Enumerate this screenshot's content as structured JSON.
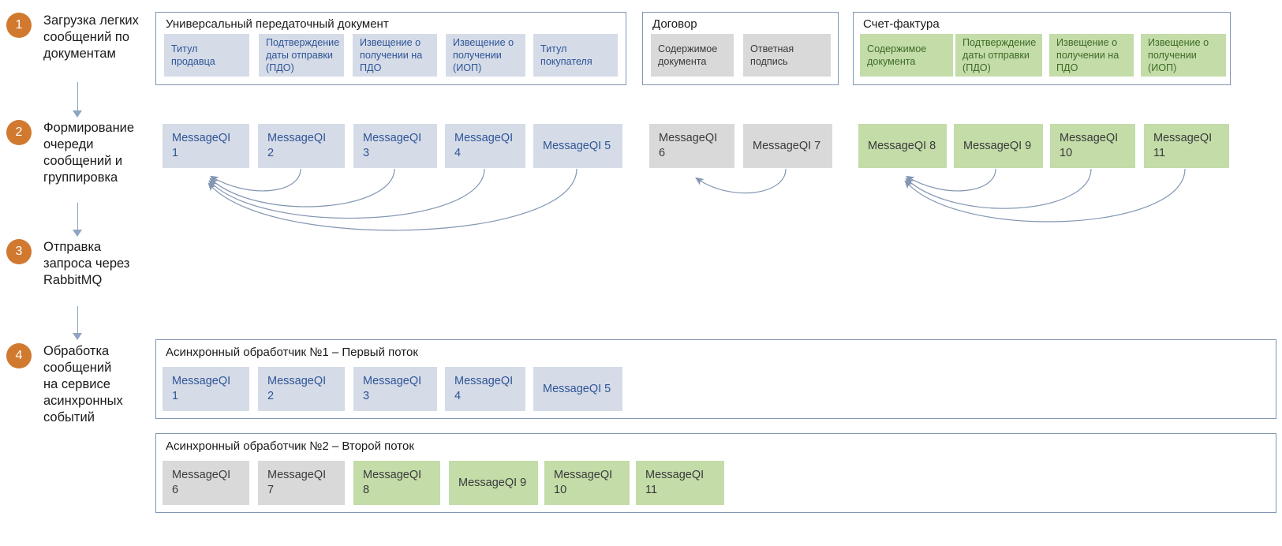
{
  "steps": [
    {
      "number": "1",
      "label": "Загрузка легких\nсообщений по\nдокументам"
    },
    {
      "number": "2",
      "label": "Формирование\nочереди\nсообщений и\nгруппировка"
    },
    {
      "number": "3",
      "label": "Отправка\nзапроса через\nRabbitMQ"
    },
    {
      "number": "4",
      "label": "Обработка\nсообщений\nна сервисе\nасинхронных\nсобытий"
    }
  ],
  "document_groups": [
    {
      "title": "Универсальный передаточный документ",
      "color": "blue",
      "chips": [
        "Титул продавца",
        "Подтверждение даты отправки (ПДО)",
        "Извещение о получении на ПДО",
        "Извещение о получении (ИОП)",
        "Титул покупателя"
      ]
    },
    {
      "title": "Договор",
      "color": "gray",
      "chips": [
        "Содержимое документа",
        "Ответная подпись"
      ]
    },
    {
      "title": "Счет-фактура",
      "color": "green",
      "chips": [
        "Содержимое документа",
        "Подтверждение даты отправки (ПДО)",
        "Извещение о получении на ПДО",
        "Извещение о получении (ИОП)"
      ]
    }
  ],
  "queue": {
    "blue_messages": [
      "MessageQI 1",
      "MessageQI 2",
      "MessageQI 3",
      "MessageQI 4",
      "MessageQI 5"
    ],
    "gray_messages": [
      "MessageQI 6",
      "MessageQI 7"
    ],
    "green_messages": [
      "MessageQI 8",
      "MessageQI 9",
      "MessageQI 10",
      "MessageQI 11"
    ]
  },
  "handlers": [
    {
      "title": "Асинхронный обработчик №1 – Первый поток",
      "messages": [
        {
          "label": "MessageQI 1",
          "color": "blue"
        },
        {
          "label": "MessageQI 2",
          "color": "blue"
        },
        {
          "label": "MessageQI 3",
          "color": "blue"
        },
        {
          "label": "MessageQI 4",
          "color": "blue"
        },
        {
          "label": "MessageQI 5",
          "color": "blue"
        }
      ]
    },
    {
      "title": "Асинхронный обработчик №2 – Второй поток",
      "messages": [
        {
          "label": "MessageQI 6",
          "color": "gray"
        },
        {
          "label": "MessageQI 7",
          "color": "gray"
        },
        {
          "label": "MessageQI 8",
          "color": "green"
        },
        {
          "label": "MessageQI 9",
          "color": "green"
        },
        {
          "label": "MessageQI 10",
          "color": "green"
        },
        {
          "label": "MessageQI 11",
          "color": "green"
        }
      ]
    }
  ],
  "colors": {
    "badge": "#D1792E",
    "blue_fill": "#D5DCE8",
    "blue_text": "#2F5496",
    "gray_fill": "#D9D9D9",
    "green_fill": "#C3DCA8",
    "green_text": "#3F6B28",
    "frame_border": "#7F96B2",
    "arrow": "#8EA4C0"
  }
}
